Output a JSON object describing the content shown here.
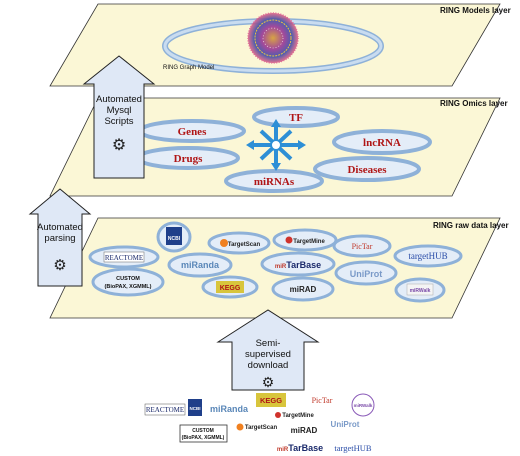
{
  "layers": {
    "models": {
      "title": "RING Models layer",
      "graph_label": "RING Graph Model"
    },
    "omics": {
      "title": "RING Omics layer",
      "nodes": [
        "Genes",
        "TF",
        "lncRNA",
        "Drugs",
        "miRNAs",
        "Diseases"
      ]
    },
    "raw": {
      "title": "RING raw data layer"
    }
  },
  "arrows": {
    "mysql": {
      "lines": [
        "Automated",
        "Mysql",
        "Scripts"
      ]
    },
    "parsing": {
      "lines": [
        "Automated",
        "parsing"
      ]
    },
    "download": {
      "lines": [
        "Semi-",
        "supervised",
        "download"
      ]
    }
  },
  "sources": {
    "reactome": "REACTOME",
    "ncbi": "NCBI",
    "miranda": "miRanda",
    "mirtarbase_prefix": "miR",
    "mirtarbase": "TarBase",
    "keggr": "KEGG",
    "targetscan": "TargetScan",
    "targetmine": "TargetMine",
    "pictar": "PicTar",
    "uniprot": "UniProt",
    "targethub": "targetHUB",
    "mirwalk": "miRWalk",
    "mirad": "miRAD",
    "custom_title": "CUSTOM",
    "custom_sub": "(BioPAX, XGMML)"
  },
  "colors": {
    "layer_fill": "#fbf7d6",
    "ring_fill": "#c9dcf0",
    "ring_stroke": "#8eb1d8",
    "omics_text": "#b01515",
    "arrow_fill": "#dfe8f6",
    "hub_arrows": "#2d8fd6",
    "targethub": "#2a4da8"
  }
}
